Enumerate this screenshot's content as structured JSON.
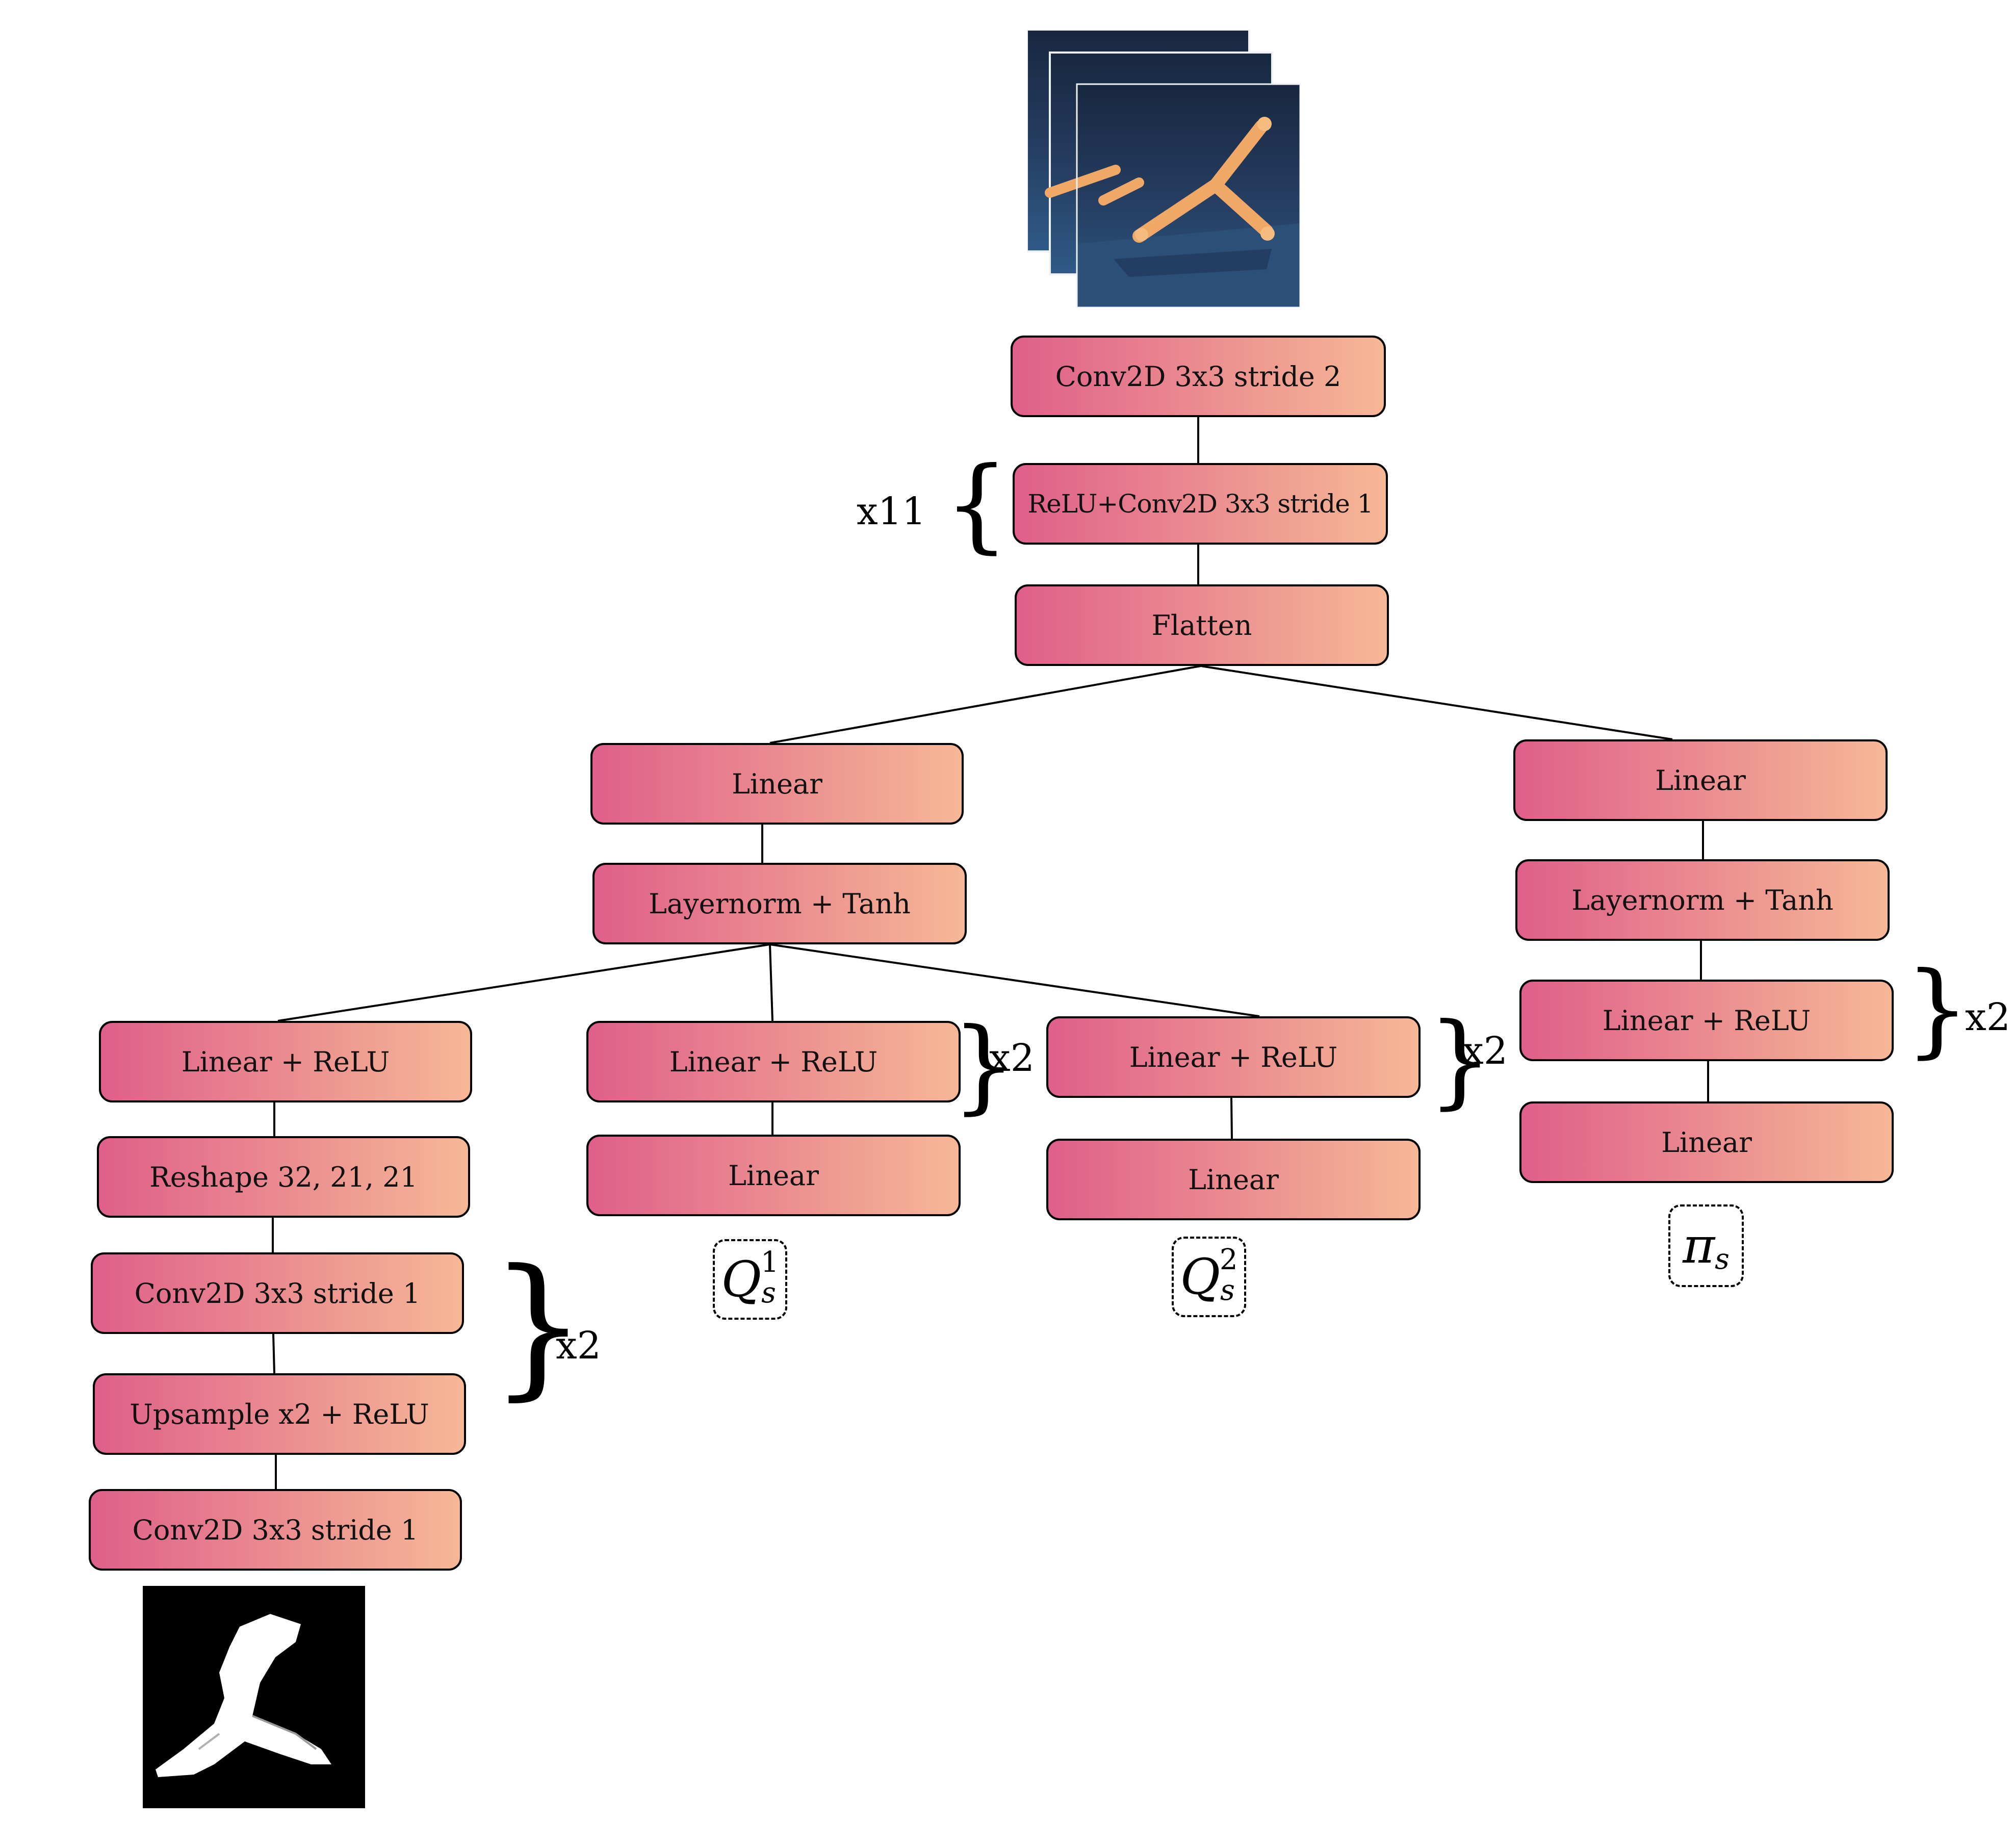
{
  "encoder": {
    "conv_first": "Conv2D 3x3 stride 2",
    "conv_repeat": "ReLU+Conv2D 3x3 stride 1",
    "conv_repeat_count": "x11",
    "flatten": "Flatten"
  },
  "critic_trunk": {
    "linear": "Linear",
    "norm": "Layernorm + Tanh"
  },
  "decoder": {
    "linear_relu": "Linear + ReLU",
    "reshape": "Reshape 32, 21, 21",
    "conv": "Conv2D 3x3 stride 1",
    "upsample": "Upsample x2 + ReLU",
    "repeat_count": "x2",
    "conv_out": "Conv2D 3x3 stride 1"
  },
  "q1_head": {
    "linear_relu": "Linear + ReLU",
    "repeat_count": "x2",
    "linear": "Linear",
    "output": {
      "symbol": "Q",
      "sub": "s",
      "sup": "1"
    }
  },
  "q2_head": {
    "linear_relu": "Linear + ReLU",
    "repeat_count": "x2",
    "linear": "Linear",
    "output": {
      "symbol": "Q",
      "sub": "s",
      "sup": "2"
    }
  },
  "actor": {
    "linear": "Linear",
    "norm": "Layernorm + Tanh",
    "linear_relu": "Linear + ReLU",
    "repeat_count": "x2",
    "linear_out": "Linear",
    "output": {
      "symbol": "π",
      "sub": "s"
    }
  },
  "colors": {
    "node_gradient_start": "#df5f8a",
    "node_gradient_end": "#f6b896",
    "input_bg": "#1f3658",
    "agent_body": "#f0a866",
    "mask_bg": "#000000",
    "mask_fg": "#ffffff"
  },
  "icons": {
    "input": "stacked-camera-frames-icon",
    "output": "reconstructed-mask-icon"
  }
}
